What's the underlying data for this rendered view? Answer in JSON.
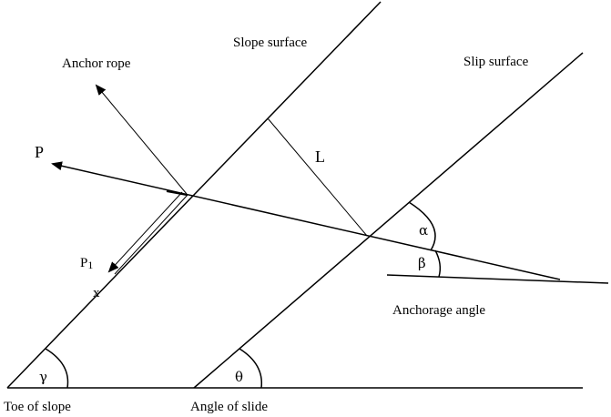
{
  "labels": {
    "slope_surface": "Slope surface",
    "slip_surface": "Slip surface",
    "anchor_rope": "Anchor rope",
    "P": "P",
    "L": "L",
    "alpha": "α",
    "beta": "β",
    "P1_main": "P",
    "P1_sub": "1",
    "anchorage_angle": "Anchorage angle",
    "gamma": "γ",
    "theta": "θ",
    "toe_of_slope": "Toe of slope",
    "angle_of_slide": "Angle of slide",
    "small_mark": "x"
  },
  "colors": {
    "stroke": "#000000",
    "background": "#ffffff"
  }
}
